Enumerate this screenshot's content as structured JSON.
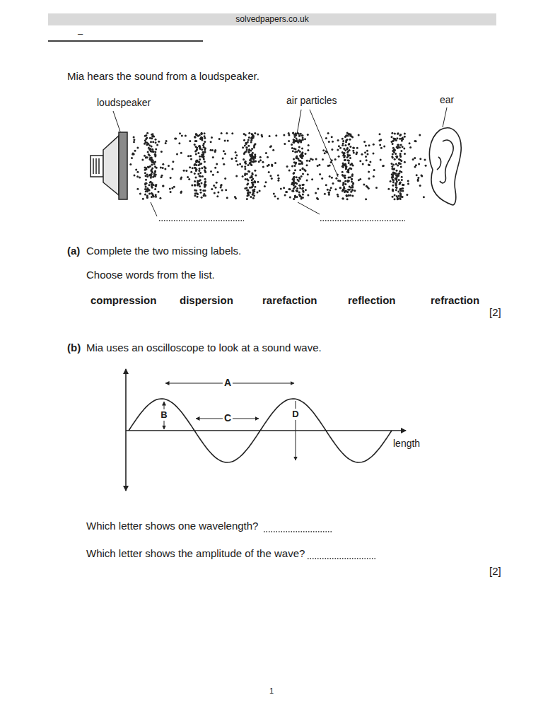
{
  "diagram": {
    "labels": [
      "solvedpapers.co.uk",
      "–",
      "Mia hears the sound from a loudspeaker.",
      "loudspeaker",
      "air particles",
      "ear",
      "(a)",
      "Complete the two missing labels.",
      "Choose words from the list.",
      "compression",
      "dispersion",
      "rarefaction",
      "reflection",
      "refraction",
      "[2]",
      "(b)",
      "Mia uses an oscilloscope to look at a sound wave.",
      "A",
      "B",
      "C",
      "D",
      "length",
      "Which letter shows one wavelength?",
      "Which letter shows the amplitude of the wave?",
      "[2]",
      "1"
    ]
  }
}
